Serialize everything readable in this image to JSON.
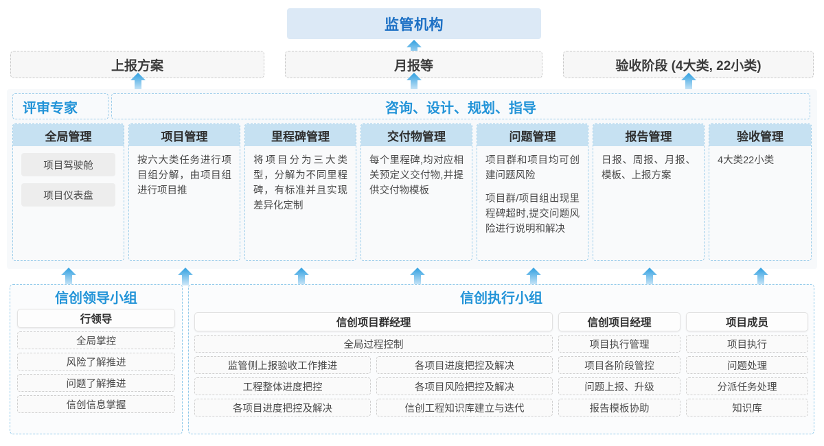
{
  "top": {
    "regulator": "监管机构",
    "submissions": [
      {
        "label": "上报方案"
      },
      {
        "label": "月报等"
      },
      {
        "label": "验收阶段 (4大类, 22小类)"
      }
    ]
  },
  "middle": {
    "band_left": "评审专家",
    "band_right": "咨询、设计、规划、指导",
    "columns": [
      {
        "header": "全局管理",
        "pills": [
          "项目驾驶舱",
          "项目仪表盘"
        ],
        "paragraphs": []
      },
      {
        "header": "项目管理",
        "pills": [],
        "paragraphs": [
          "按六大类任务进行项目组分解，由项目组进行项目推"
        ]
      },
      {
        "header": "里程碑管理",
        "pills": [],
        "paragraphs": [
          "将项目分为三大类型，分解为不同里程碑，有标准并且实现差异化定制"
        ]
      },
      {
        "header": "交付物管理",
        "pills": [],
        "paragraphs": [
          "每个里程碑,均对应相关预定义交付物,并提供交付物模板"
        ]
      },
      {
        "header": "问题管理",
        "pills": [],
        "paragraphs": [
          "项目群和项目均可创建问题风险",
          "项目群/项目组出现里程碑超时,提交问题风险进行说明和解决"
        ]
      },
      {
        "header": "报告管理",
        "pills": [],
        "paragraphs": [
          "日报、周报、月报、模板、上报方案"
        ]
      },
      {
        "header": "验收管理",
        "pills": [],
        "paragraphs": [
          "4大类22小类"
        ]
      }
    ]
  },
  "bottom": {
    "leading_group": {
      "title": "信创领导小组",
      "header": "行领导",
      "items": [
        "全局掌控",
        "风险了解推进",
        "问题了解推进",
        "信创信息掌握"
      ]
    },
    "execution_group": {
      "title": "信创执行小组",
      "program_manager": {
        "header": "信创项目群经理",
        "wide_item": "全局过程控制",
        "left_items": [
          "监管侧上报验收工作推进",
          "工程整体进度把控",
          "各项目进度把控及解决"
        ],
        "right_items": [
          "各项目进度把控及解决",
          "各项目风险把控及解决",
          "信创工程知识库建立与迭代"
        ]
      },
      "project_manager": {
        "header": "信创项目经理",
        "items": [
          "项目执行管理",
          "项目各阶段管控",
          "问题上报、升级",
          "报告模板协助"
        ]
      },
      "project_member": {
        "header": "项目成员",
        "items": [
          "项目执行",
          "问题处理",
          "分派任务处理",
          "知识库"
        ]
      }
    }
  },
  "colors": {
    "accent_blue": "#2394d8",
    "regulator_bg": "#dce9f6",
    "column_head_bg": "#c6e1f2",
    "arrow_top": "#2e9fe0",
    "arrow_bottom": "#bfe2f5"
  }
}
